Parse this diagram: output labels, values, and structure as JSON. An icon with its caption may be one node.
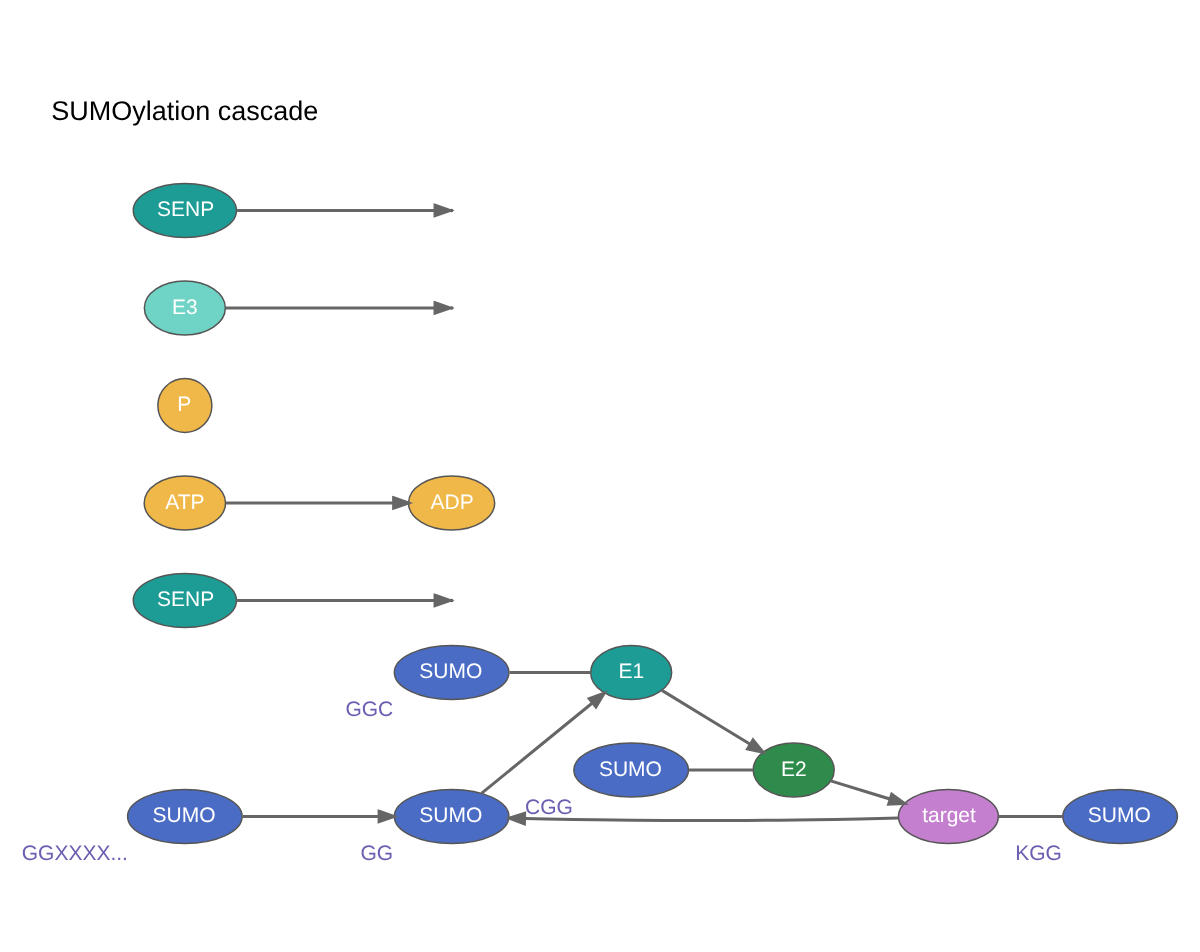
{
  "diagram": {
    "nodes": [
      {
        "text": [
          "SUMO"
        ],
        "beside": [
          "GGXXXX..."
        ]
      },
      {
        "text": [
          "SENP"
        ]
      },
      {
        "text": [
          "SUMO"
        ],
        "beside": [
          "GG"
        ]
      },
      {
        "text": [
          "ATP"
        ]
      },
      {
        "text": [
          "ADP"
        ]
      },
      {
        "text": [
          "P"
        ]
      },
      {
        "text": [
          "SUMO"
        ],
        "beside": [
          "GGC"
        ]
      },
      {
        "text": [
          "E1"
        ]
      },
      {
        "text": [
          "SUMO"
        ],
        "beside": [
          "CGG"
        ]
      },
      {
        "text": [
          "E2"
        ]
      },
      {
        "text": [
          "E3"
        ]
      },
      {
        "text": [
          "target"
        ]
      },
      {
        "text": [
          "SUMO"
        ],
        "beside": [
          "KGG"
        ]
      },
      {
        "text": [
          "SENP"
        ]
      }
    ],
    "edges": [
      {
        "from": 0,
        "to": 2,
        "arrow": "to"
      },
      {
        "from": 1,
        "to": null,
        "arrow": "to"
      },
      {
        "from": 2,
        "to": 7,
        "arrow": "to"
      },
      {
        "from": 3,
        "to": 4,
        "arrow": "to"
      },
      {
        "from": 6,
        "to": 7,
        "arrow": "none"
      },
      {
        "from": 7,
        "to": 9,
        "arrow": "to"
      },
      {
        "from": 8,
        "to": 9,
        "arrow": "none"
      },
      {
        "from": 9,
        "to": 11,
        "arrow": "to"
      },
      {
        "from": 10,
        "to": null,
        "arrow": "to"
      },
      {
        "from": 11,
        "to": 12,
        "arrow": "none"
      },
      {
        "from": 11,
        "to": 2,
        "arrow": "to"
      },
      {
        "from": 13,
        "to": null,
        "arrow": "to"
      }
    ],
    "labels": [
      "SUMOylation cascade"
    ]
  }
}
